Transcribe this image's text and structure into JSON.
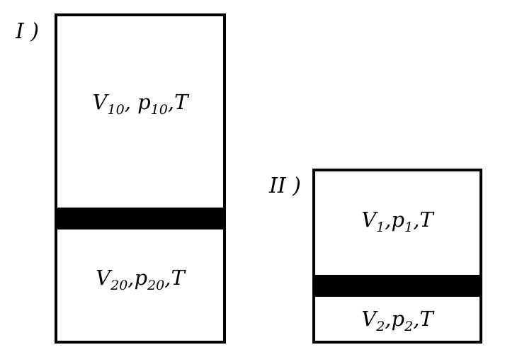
{
  "diagram": {
    "label_1": "I )",
    "label_2": "II )",
    "vessel_1": {
      "upper": {
        "v": "V",
        "v_sub": "10",
        "sep1": ", ",
        "p": "p",
        "p_sub": "10",
        "sep2": ",",
        "t": "T"
      },
      "lower": {
        "v": "V",
        "v_sub": "20",
        "sep1": ",",
        "p": "p",
        "p_sub": "20",
        "sep2": ",",
        "t": "T"
      }
    },
    "vessel_2": {
      "upper": {
        "v": "V",
        "v_sub": "1",
        "sep1": ",",
        "p": "p",
        "p_sub": "1",
        "sep2": ",",
        "t": "T"
      },
      "lower": {
        "v": "V",
        "v_sub": "2",
        "sep1": ",",
        "p": "p",
        "p_sub": "2",
        "sep2": ",",
        "t": "T"
      }
    }
  }
}
